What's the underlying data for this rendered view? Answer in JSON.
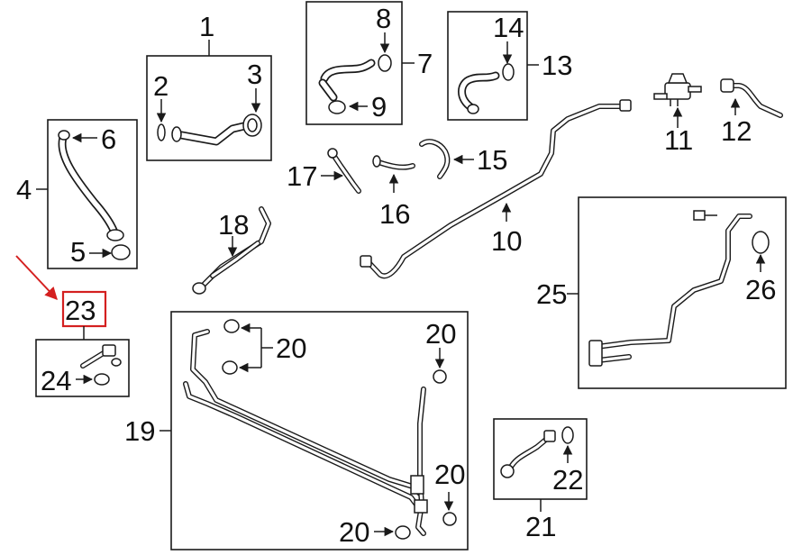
{
  "diagram": {
    "callouts": {
      "c1": "1",
      "c2": "2",
      "c3": "3",
      "c4": "4",
      "c5": "5",
      "c6": "6",
      "c7": "7",
      "c8": "8",
      "c9": "9",
      "c10": "10",
      "c11": "11",
      "c12": "12",
      "c13": "13",
      "c14": "14",
      "c15": "15",
      "c16": "16",
      "c17": "17",
      "c18": "18",
      "c19": "19",
      "c20a": "20",
      "c20b": "20",
      "c20c": "20",
      "c20d": "20",
      "c21": "21",
      "c22": "22",
      "c23": "23",
      "c24": "24",
      "c25": "25",
      "c26": "26"
    },
    "highlight": {
      "part": "23",
      "color": "#d42020"
    },
    "colors": {
      "line": "#1a1a1a",
      "background": "#ffffff"
    }
  }
}
